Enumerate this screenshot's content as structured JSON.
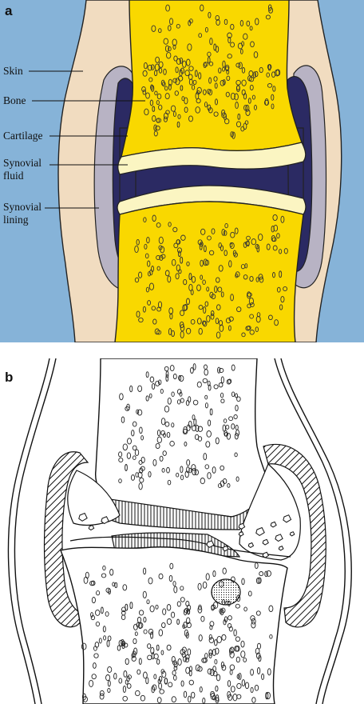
{
  "panel_a": {
    "letter": "a",
    "labels": {
      "skin": "Skin",
      "bone": "Bone",
      "cartilage": "Cartilage",
      "synovial_fluid_1": "Synovial",
      "synovial_fluid_2": "fluid",
      "synovial_lining_1": "Synovial",
      "synovial_lining_2": "lining"
    },
    "colors": {
      "background": "#86b3d8",
      "skin": "#f1dcc0",
      "bone": "#f9d800",
      "cartilage": "#fbf5c2",
      "synovial_fluid": "#2b2a63",
      "synovial_lining": "#b8b3c4"
    }
  },
  "panel_b": {
    "letter": "b"
  }
}
